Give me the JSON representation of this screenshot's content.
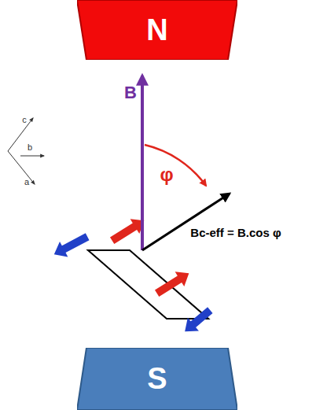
{
  "diagram": {
    "nodes": [
      {
        "text": [
          "N"
        ]
      },
      {
        "text": [
          "S"
        ]
      }
    ],
    "labels": [
      "B",
      "φ",
      "Bc-eff = B.cos φ",
      "c",
      "b",
      "a"
    ]
  }
}
